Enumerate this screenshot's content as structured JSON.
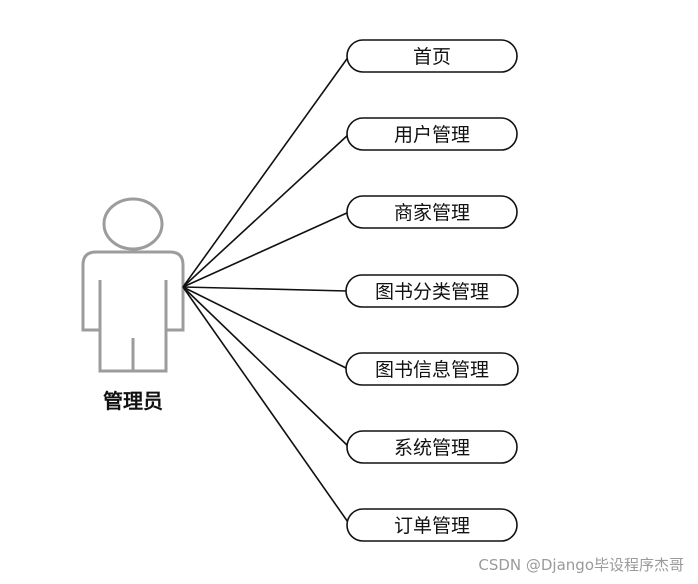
{
  "actor": {
    "label": "管理员"
  },
  "use_cases": [
    {
      "label": "首页"
    },
    {
      "label": "用户管理"
    },
    {
      "label": "商家管理"
    },
    {
      "label": "图书分类管理"
    },
    {
      "label": "图书信息管理"
    },
    {
      "label": "系统管理"
    },
    {
      "label": "订单管理"
    }
  ],
  "watermark": "CSDN @Django毕设程序杰哥",
  "colors": {
    "stroke": "#111111",
    "actor_stroke": "#9c9c9c",
    "watermark": "#9a9a9a"
  }
}
